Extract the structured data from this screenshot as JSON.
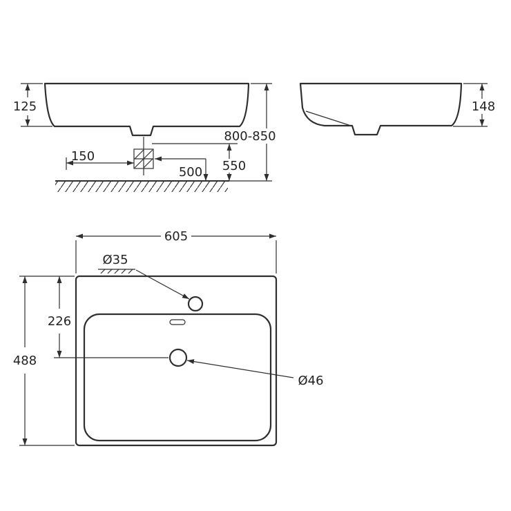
{
  "colors": {
    "ink": "#2f2f2f",
    "background": "#ffffff"
  },
  "drawing": {
    "front_view": {
      "basin_height": "125",
      "installation_height": "800-850",
      "supply_spacing": "150",
      "drain_height": "500",
      "trap_height": "550"
    },
    "side_view": {
      "profile_height": "148"
    },
    "plan_view": {
      "width": "605",
      "depth": "488",
      "faucet_to_drain": "226",
      "faucet_hole": "Ø35",
      "drain_hole": "Ø46"
    }
  }
}
